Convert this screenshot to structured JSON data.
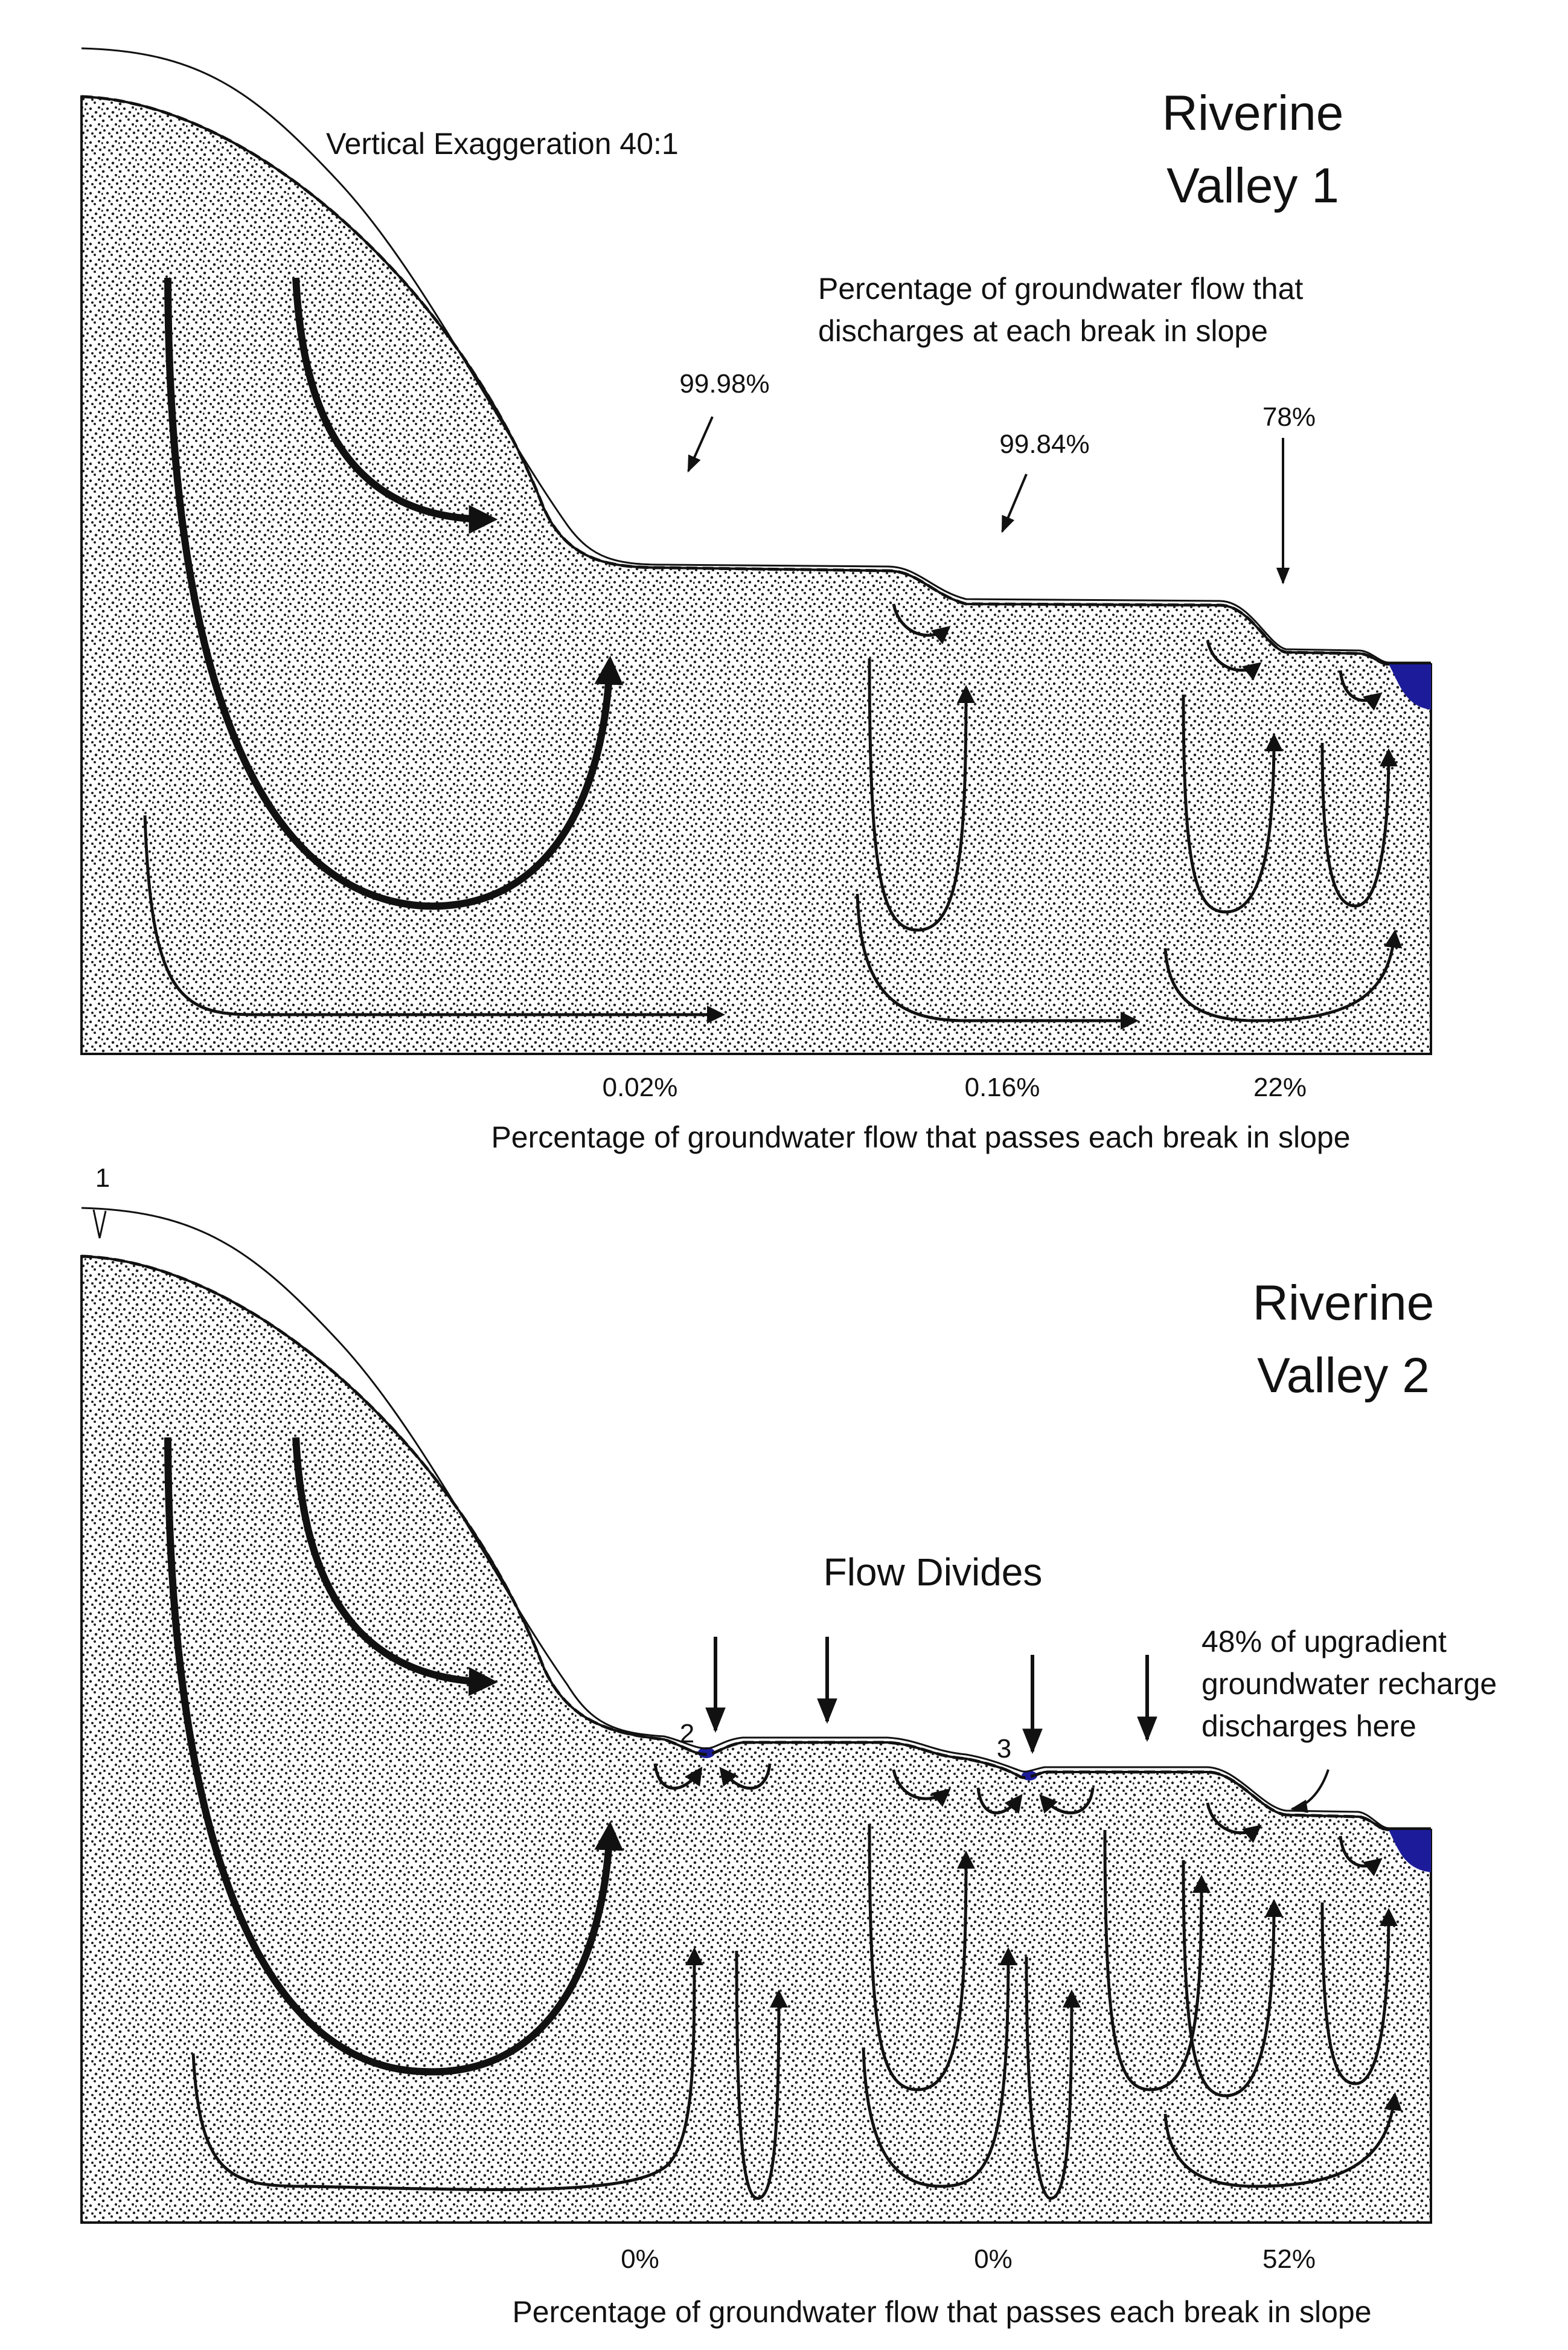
{
  "panel1": {
    "title_line1": "Riverine",
    "title_line2": "Valley 1",
    "exaggeration": "Vertical Exaggeration 40:1",
    "discharge_caption_line1": "Percentage of  groundwater flow that",
    "discharge_caption_line2": "discharges at each break in slope",
    "discharge_values": [
      "99.98%",
      "99.84%",
      "78%"
    ],
    "pass_values": [
      "0.02%",
      "0.16%",
      "22%"
    ],
    "pass_caption": "Percentage of  groundwater flow that passes each break in slope"
  },
  "panel2": {
    "title_line1": "Riverine",
    "title_line2": "Valley 2",
    "flow_divides": "Flow Divides",
    "point_labels": [
      "1",
      "2",
      "3"
    ],
    "recharge_note_line1": "48% of upgradient",
    "recharge_note_line2": "groundwater recharge",
    "recharge_note_line3": "discharges here",
    "pass_values": [
      "0%",
      "0%",
      "52%"
    ],
    "pass_caption": "Percentage of  groundwater flow that passes each break in slope"
  },
  "colors": {
    "water": "#1c1c9a",
    "stipple": "#222222",
    "line": "#111111"
  }
}
